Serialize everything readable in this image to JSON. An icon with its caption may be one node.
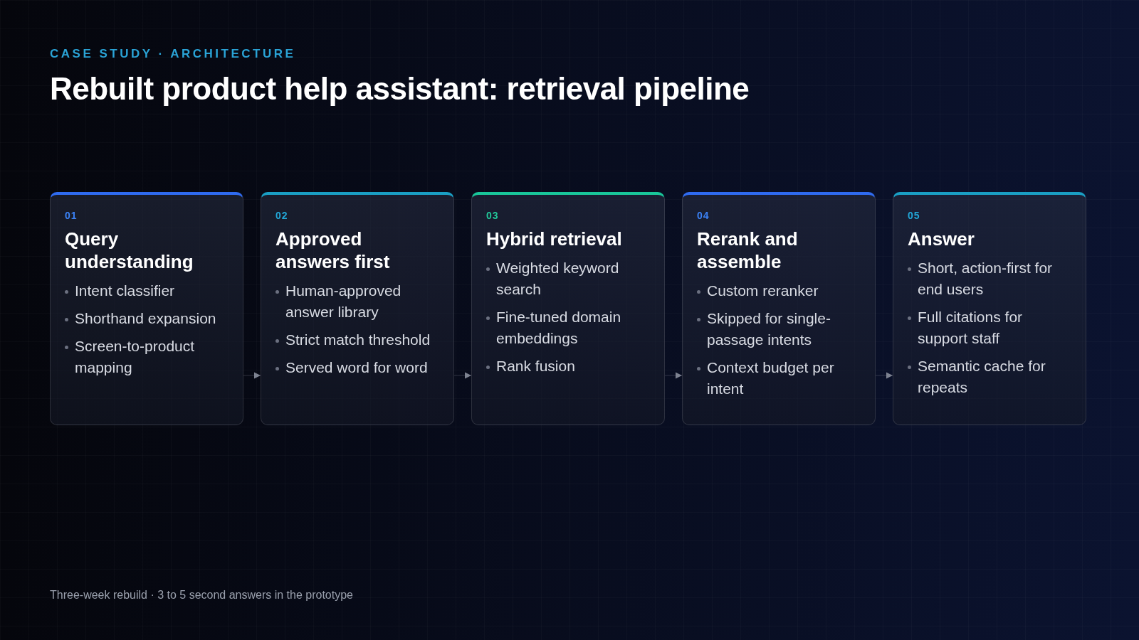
{
  "diagram": {
    "title": "Rebuilt product help assistant: retrieval pipeline",
    "nodes": [
      {
        "text": [
          "01",
          "Query understanding",
          "Intent classifier",
          "Shorthand expansion",
          "Screen-to-product mapping"
        ]
      },
      {
        "text": [
          "02",
          "Approved answers first",
          "Human-approved answer library",
          "Strict match threshold",
          "Served word for word"
        ]
      },
      {
        "text": [
          "03",
          "Hybrid retrieval",
          "Weighted keyword search",
          "Fine-tuned domain embeddings",
          "Rank fusion"
        ]
      },
      {
        "text": [
          "04",
          "Rerank and assemble",
          "Custom reranker",
          "Skipped for single-passage intents",
          "Context budget per intent"
        ]
      },
      {
        "text": [
          "05",
          "Answer",
          "Short, action-first for end users",
          "Full citations for support staff",
          "Semantic cache for repeats"
        ]
      }
    ],
    "edges": [
      {
        "from": 0,
        "to": 1,
        "arrow": "to"
      },
      {
        "from": 1,
        "to": 2,
        "arrow": "to"
      },
      {
        "from": 2,
        "to": 3,
        "arrow": "to"
      },
      {
        "from": 3,
        "to": 4,
        "arrow": "to"
      }
    ],
    "labels": [
      "CASE STUDY · ARCHITECTURE",
      "Three-week rebuild · 3 to 5 second answers in the prototype"
    ]
  }
}
